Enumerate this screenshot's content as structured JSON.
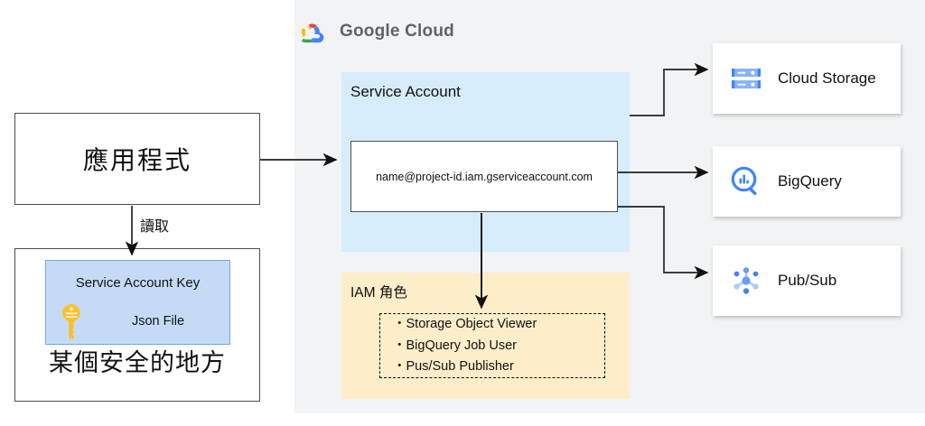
{
  "cloud": {
    "title": "Google Cloud",
    "logo_icon": "google-cloud-logo-icon",
    "panel_color": "#f1f3f4"
  },
  "service_account": {
    "title": "Service Account",
    "email": "name@project-id.iam.gserviceaccount.com",
    "panel_color": "#d6ecfb"
  },
  "iam": {
    "title": "IAM 角色",
    "panel_color": "#fdeec9",
    "roles": [
      "・Storage Object Viewer",
      "・BigQuery Job User",
      "・Pus/Sub Publisher"
    ]
  },
  "application": {
    "label": "應用程式",
    "read_label": "讀取"
  },
  "key_storage": {
    "safe_label": "某個安全的地方",
    "key_title": "Service Account Key",
    "key_file_label": "Json File",
    "key_icon": "key-icon",
    "key_color": "#fbc02d",
    "key_box_color": "#c5dbf5"
  },
  "services": [
    {
      "label": "Cloud Storage",
      "icon": "cloud-storage-icon",
      "accent": "#4285f4"
    },
    {
      "label": "BigQuery",
      "icon": "bigquery-icon",
      "accent": "#4285f4"
    },
    {
      "label": "Pub/Sub",
      "icon": "pubsub-icon",
      "accent": "#669df6"
    }
  ]
}
